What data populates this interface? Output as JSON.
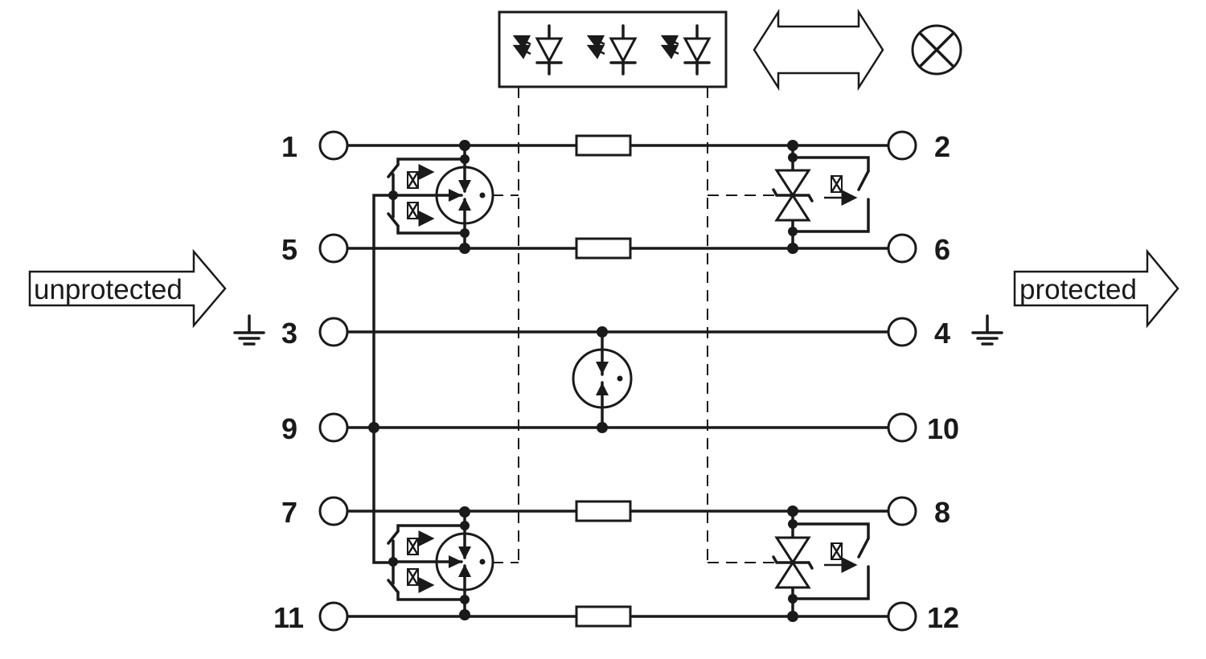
{
  "terminals": {
    "t1": "1",
    "t2": "2",
    "t3": "3",
    "t4": "4",
    "t5": "5",
    "t6": "6",
    "t7": "7",
    "t8": "8",
    "t9": "9",
    "t10": "10",
    "t11": "11",
    "t12": "12"
  },
  "arrows": {
    "input_label": "unprotected",
    "output_label": "protected"
  },
  "icons": {
    "led_panel": "led-indicator-icon",
    "bidirectional": "double-arrow-icon",
    "lamp": "lamp-icon",
    "ground": "ground-icon",
    "gas_discharge_tube": "gas-discharge-tube-icon",
    "tvs_diode": "tvs-diode-icon",
    "resistor": "resistor-icon",
    "remote_contact": "remote-contact-icon"
  },
  "colors": {
    "line": "#1a1a1a",
    "background": "#ffffff"
  }
}
